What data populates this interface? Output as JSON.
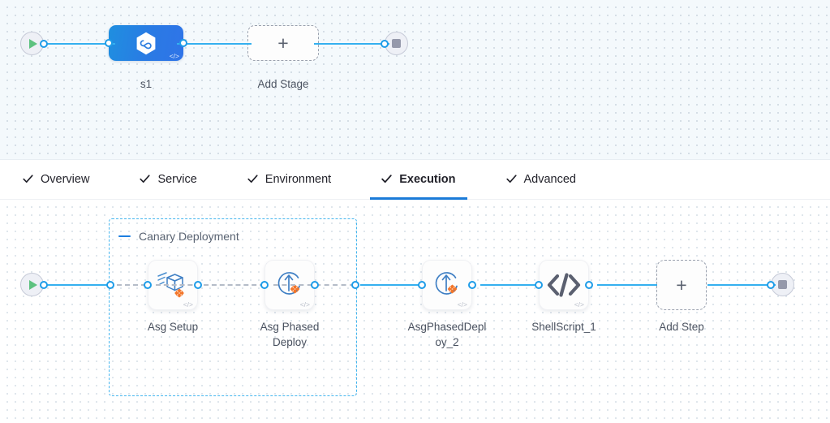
{
  "tabs": [
    {
      "label": "Overview",
      "icon": "check-icon",
      "active": false
    },
    {
      "label": "Service",
      "icon": "check-icon",
      "active": false
    },
    {
      "label": "Environment",
      "icon": "check-icon",
      "active": false
    },
    {
      "label": "Execution",
      "icon": "check-icon",
      "active": true
    },
    {
      "label": "Advanced",
      "icon": "check-icon",
      "active": false
    }
  ],
  "pipeline_canvas": {
    "start_node": {
      "icon": "play-icon"
    },
    "stop_node": {
      "icon": "stop-icon"
    },
    "stage": {
      "label": "s1",
      "icon": "hexagon-infinity-icon",
      "badge": "</>"
    },
    "add_stage": {
      "label": "Add Stage",
      "icon": "plus-icon"
    }
  },
  "execution_canvas": {
    "start_node": {
      "icon": "play-icon"
    },
    "stop_node": {
      "icon": "stop-icon"
    },
    "group": {
      "title": "Canary Deployment",
      "collapse_icon": "minus-icon"
    },
    "steps": [
      {
        "label": "Asg Setup",
        "icon": "asg-setup-icon",
        "badge": "</>"
      },
      {
        "label": "Asg Phased\nDeploy",
        "icon": "asg-deploy-icon",
        "badge": "</>"
      },
      {
        "label": "AsgPhasedDepl\noy_2",
        "icon": "asg-deploy-icon",
        "badge": "</>"
      },
      {
        "label": "ShellScript_1",
        "icon": "code-icon",
        "badge": "</>"
      }
    ],
    "add_step": {
      "label": "Add Step",
      "icon": "plus-icon"
    }
  },
  "colors": {
    "accent_blue": "#1b7bd8",
    "link_blue": "#35b0ef",
    "group_border": "#45b6ef",
    "stage_blue": "#2a7ae4",
    "orange": "#f3762a",
    "play_green": "#5dc27f"
  }
}
